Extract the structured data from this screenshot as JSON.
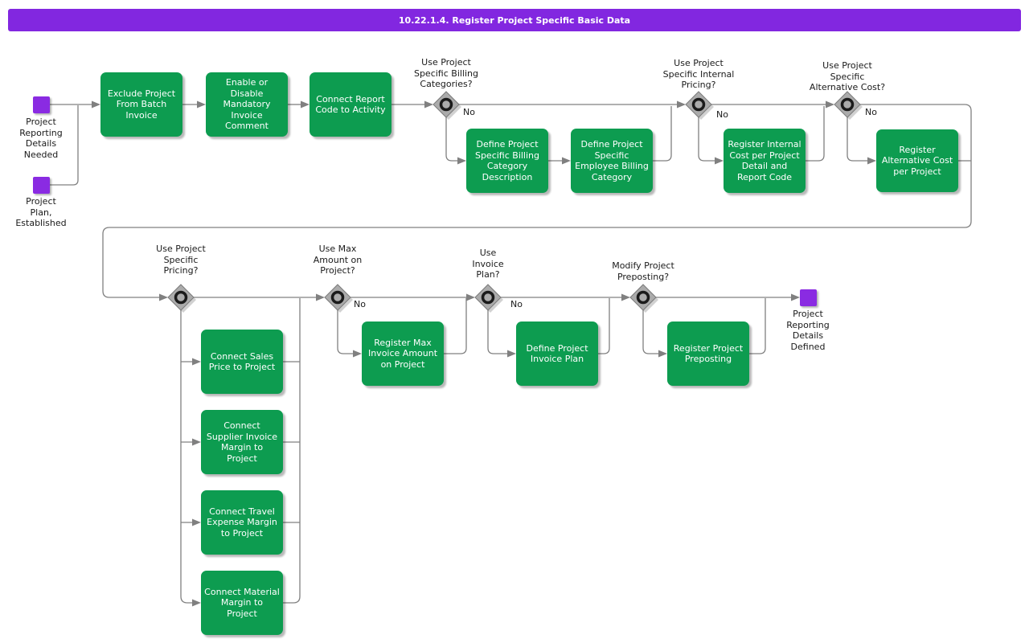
{
  "title": "10.22.1.4. Register Project Specific Basic Data",
  "colors": {
    "title_bar": "#8227E0",
    "event": "#8A2BE2",
    "activity": "#0D9C50",
    "line": "#808080",
    "gateway_fill": "#ABABAB",
    "gateway_ring": "#1B1B1B",
    "text": "#1A1A1A",
    "activity_text": "#FFFFFF"
  },
  "events": {
    "start1": "Project\nReporting\nDetails\nNeeded",
    "start2": "Project\nPlan,\nEstablished",
    "end": "Project\nReporting\nDetails\nDefined"
  },
  "activities": [
    {
      "label": "Exclude Project\nFrom Batch\nInvoice"
    },
    {
      "label": "Enable or\nDisable\nMandatory\nInvoice\nComment"
    },
    {
      "label": "Connect Report\nCode to Activity"
    },
    {
      "label": "Define Project\nSpecific Billing\nCategory\nDescription"
    },
    {
      "label": "Define Project\nSpecific\nEmployee Billing\nCategory"
    },
    {
      "label": "Register Internal\nCost per Project\nDetail and\nReport Code"
    },
    {
      "label": "Register\nAlternative Cost\nper Project"
    },
    {
      "label": "Connect Sales\nPrice to Project"
    },
    {
      "label": "Connect\nSupplier Invoice\nMargin to\nProject"
    },
    {
      "label": "Connect Travel\nExpense Margin\nto Project"
    },
    {
      "label": "Connect Material\nMargin to\nProject"
    },
    {
      "label": "Register Max\nInvoice Amount\non Project"
    },
    {
      "label": "Define Project\nInvoice Plan"
    },
    {
      "label": "Register Project\nPreposting"
    }
  ],
  "decisions": [
    {
      "question": "Use Project\nSpecific Billing\nCategories?",
      "no": "No"
    },
    {
      "question": "Use Project\nSpecific Internal\nPricing?",
      "no": "No"
    },
    {
      "question": "Use Project\nSpecific\nAlternative Cost?",
      "no": "No"
    },
    {
      "question": "Use Project\nSpecific\nPricing?"
    },
    {
      "question": "Use Max\nAmount on\nProject?",
      "no": "No"
    },
    {
      "question": "Use\nInvoice\nPlan?",
      "no": "No"
    },
    {
      "question": "Modify Project\nPreposting?"
    }
  ]
}
